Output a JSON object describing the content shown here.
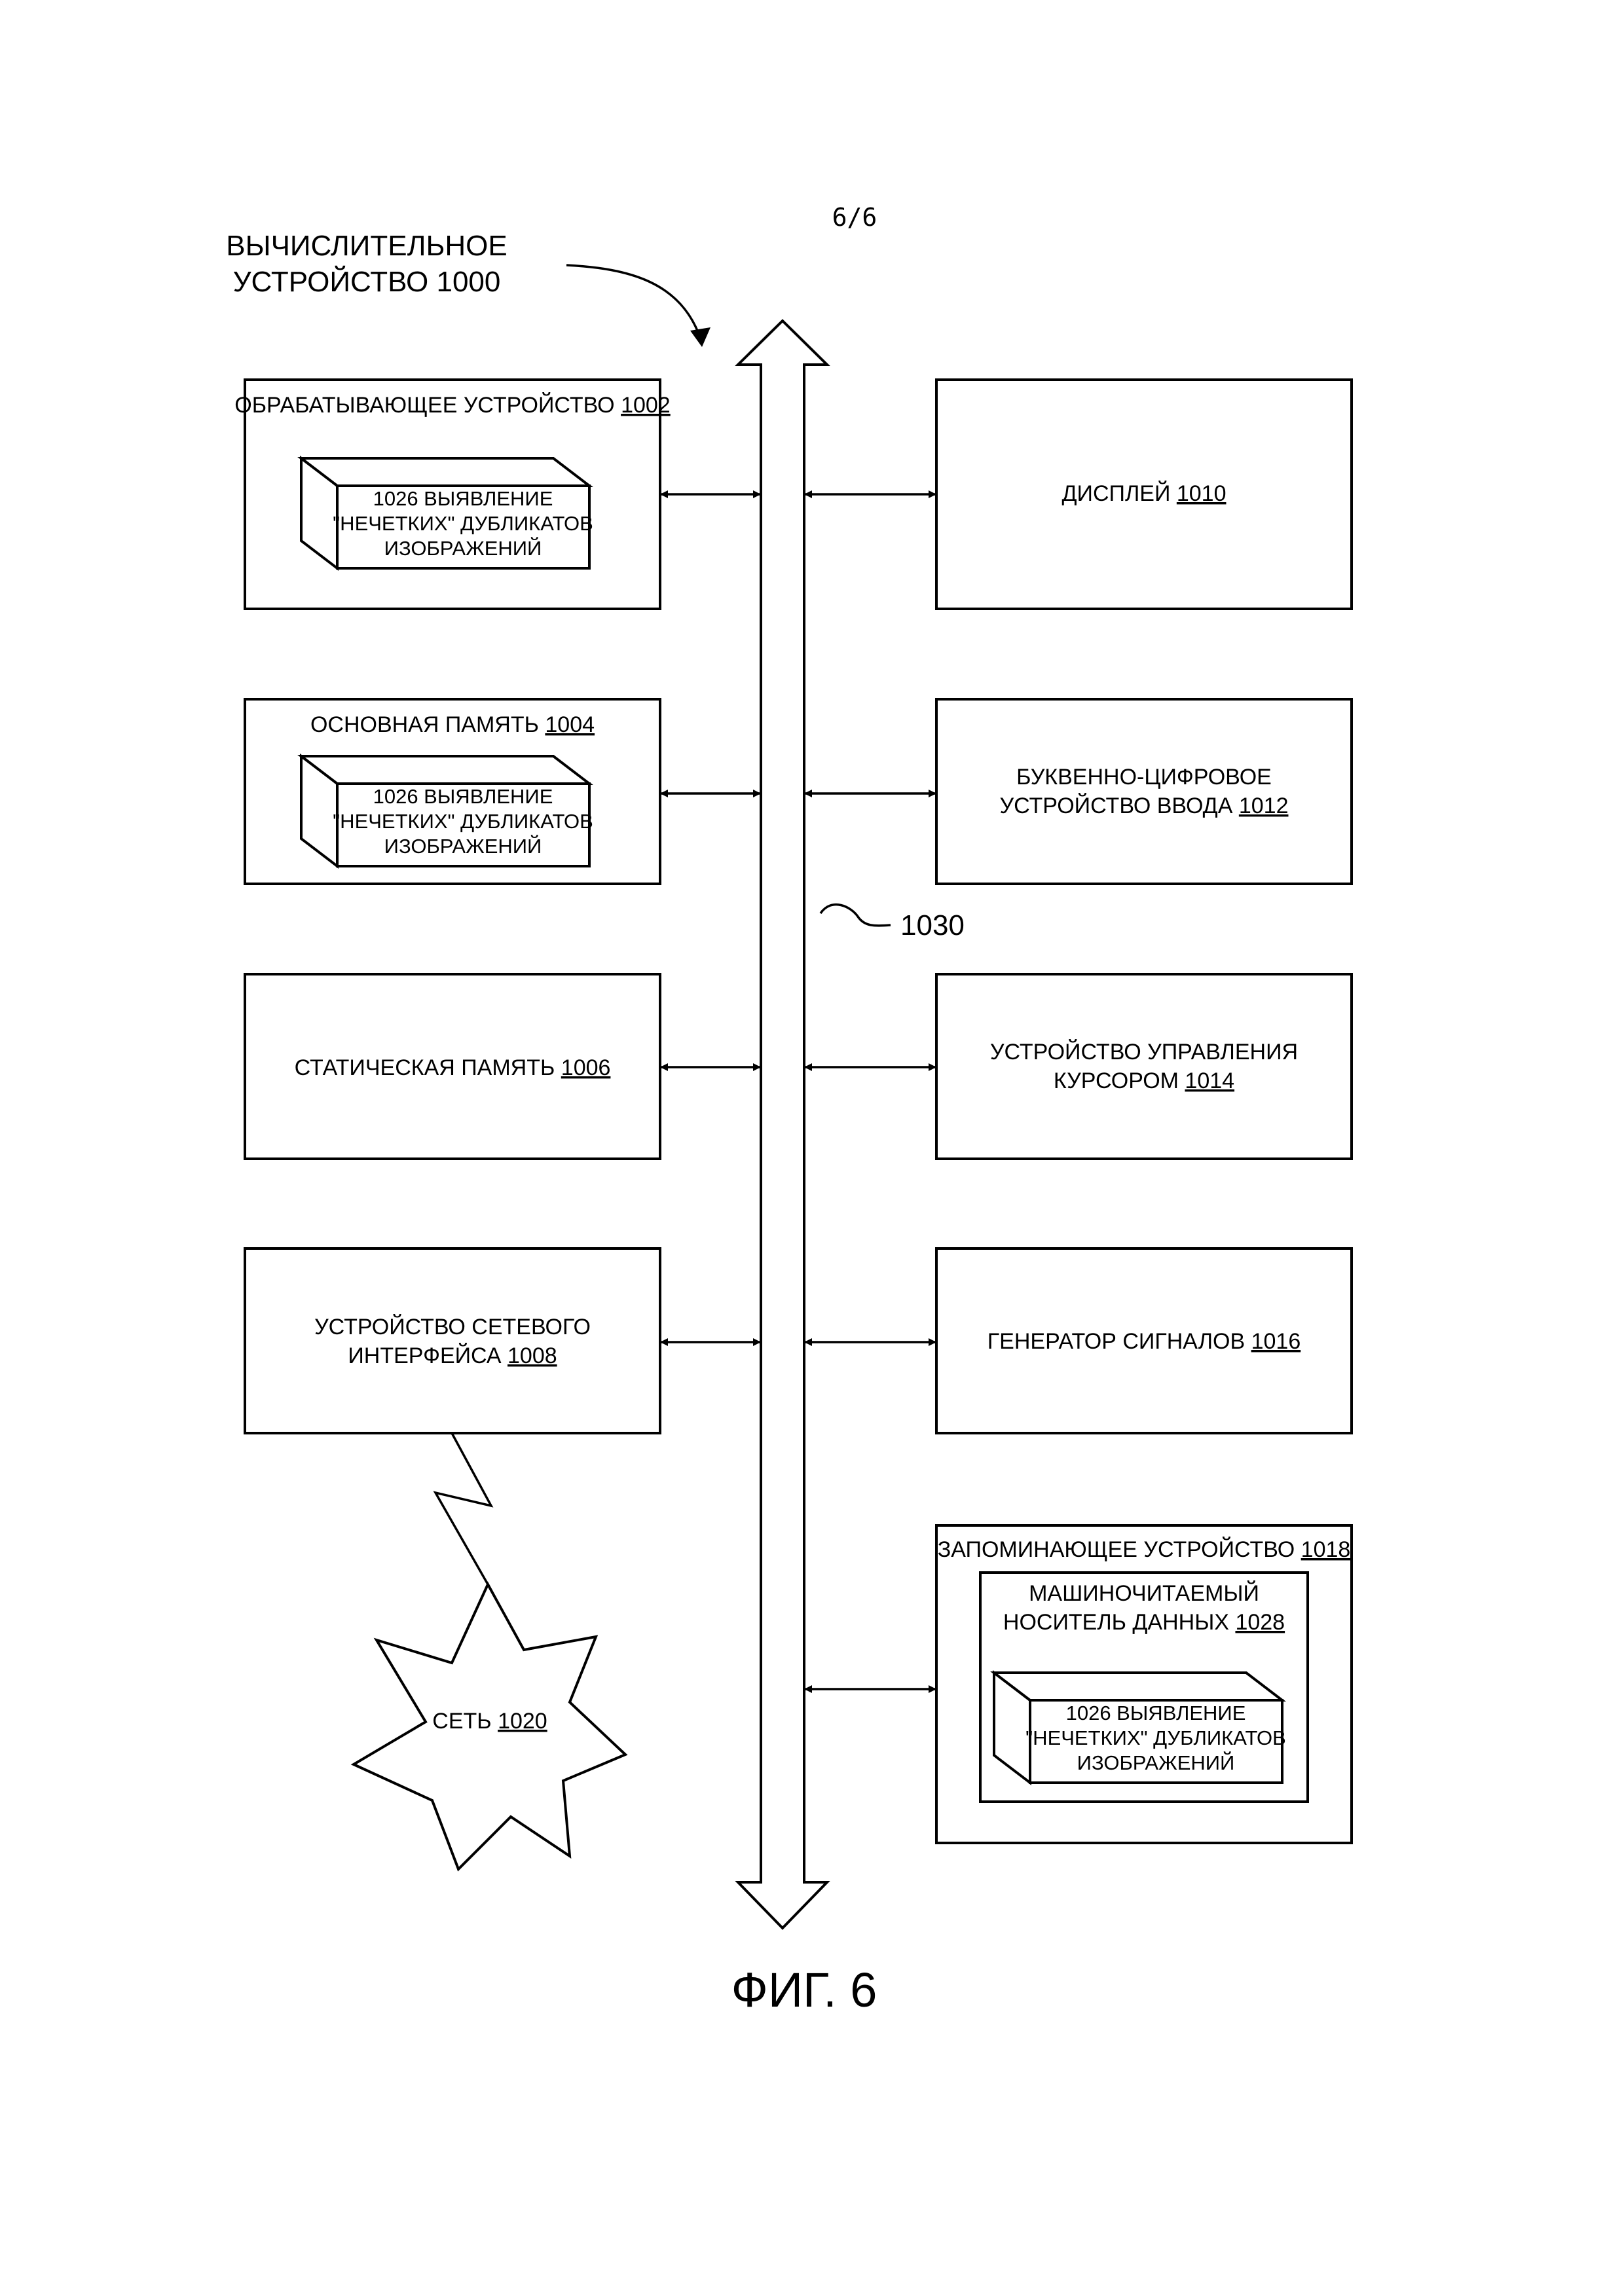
{
  "page_number": "6/6",
  "device_label": [
    "ВЫЧИСЛИТЕЛЬНОЕ",
    "УСТРОЙСТВО 1000"
  ],
  "bus_ref": "1030",
  "caption": "ФИГ. 6",
  "module_text": [
    "1026 ВЫЯВЛЕНИЕ",
    "\"НЕЧЕТКИХ\" ДУБЛИКАТОВ",
    "ИЗОБРАЖЕНИЙ"
  ],
  "left_blocks": {
    "processor": {
      "text": "ОБРАБАТЫВАЮЩЕЕ УСТРОЙСТВО",
      "ref": "1002"
    },
    "main_memory": {
      "text": "ОСНОВНАЯ ПАМЯТЬ",
      "ref": "1004"
    },
    "static_memory": {
      "text": "СТАТИЧЕСКАЯ ПАМЯТЬ",
      "ref": "1006"
    },
    "network_interface": {
      "line1": "УСТРОЙСТВО СЕТЕВОГО",
      "line2": "ИНТЕРФЕЙСА",
      "ref": "1008"
    }
  },
  "right_blocks": {
    "display": {
      "text": "ДИСПЛЕЙ",
      "ref": "1010"
    },
    "alphanumeric": {
      "line1": "БУКВЕННО-ЦИФРОВОЕ",
      "line2": "УСТРОЙСТВО ВВОДА",
      "ref": "1012"
    },
    "cursor": {
      "line1": "УСТРОЙСТВО УПРАВЛЕНИЯ",
      "line2": "КУРСОРОМ",
      "ref": "1014"
    },
    "signal": {
      "text": "ГЕНЕРАТОР СИГНАЛОВ",
      "ref": "1016"
    },
    "storage": {
      "text": "ЗАПОМИНАЮЩЕЕ УСТРОЙСТВО",
      "ref": "1018"
    },
    "medium": {
      "line1": "МАШИНОЧИТАЕМЫЙ",
      "line2": "НОСИТЕЛЬ ДАННЫХ",
      "ref": "1028"
    }
  },
  "network": {
    "text": "СЕТЬ",
    "ref": "1020"
  }
}
